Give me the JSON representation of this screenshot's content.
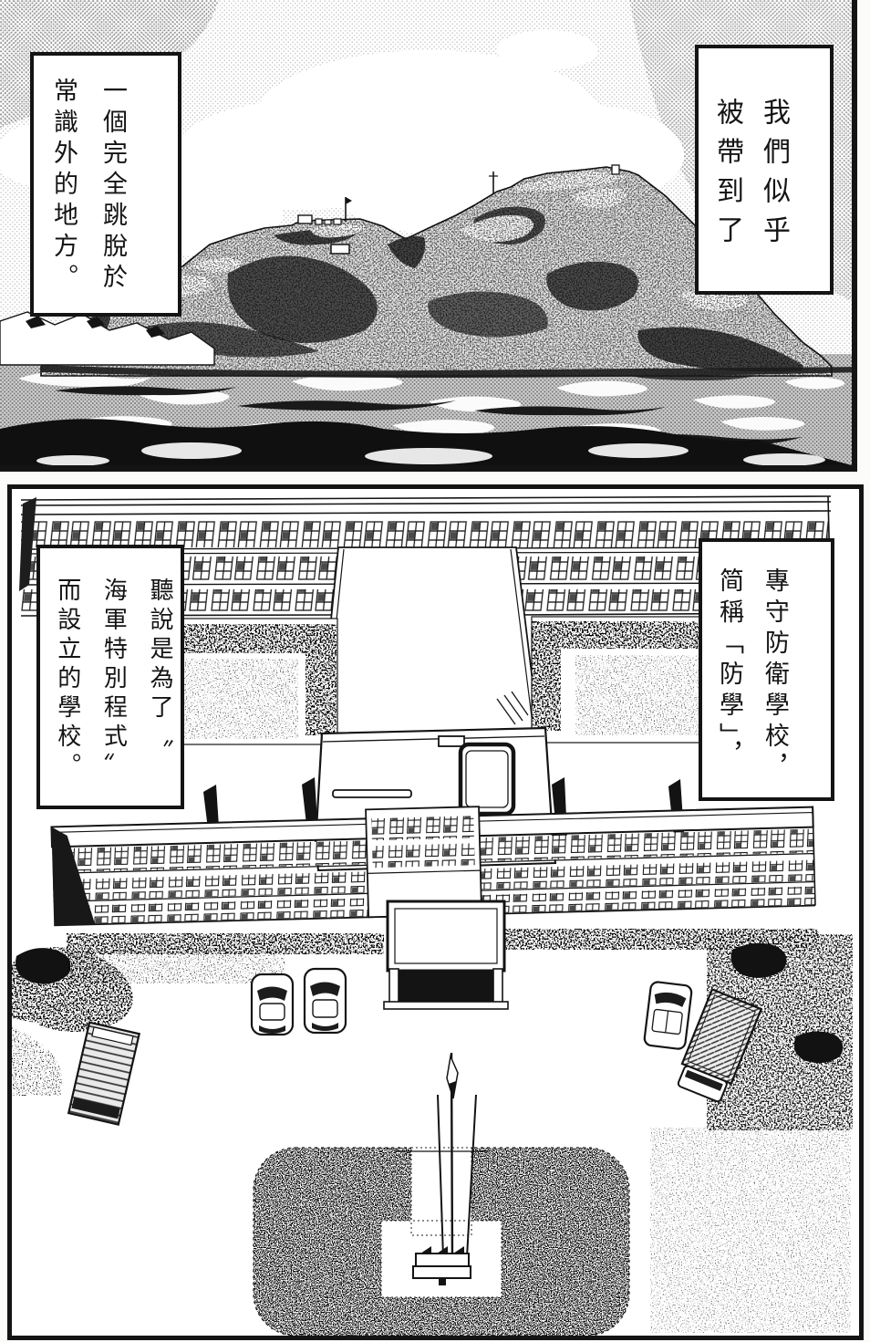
{
  "ink_color": "#141414",
  "paper_color": "#ffffff",
  "captions": {
    "island_right": {
      "lines": [
        "我們似乎",
        "被帶到了"
      ]
    },
    "island_left": {
      "lines": [
        "一個完全跳脫於",
        "常識外的地方。"
      ]
    },
    "school_right": {
      "lines": [
        "專守防衛學校，",
        "简稱「防學」，"
      ]
    },
    "school_left": {
      "lines": [
        "聽說是為了〝",
        "海軍特別程式〞",
        "而設立的學校。"
      ]
    }
  }
}
